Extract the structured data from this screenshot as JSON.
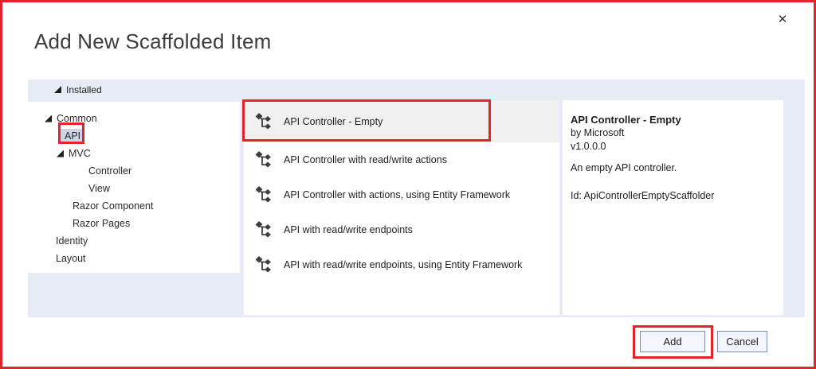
{
  "dialog": {
    "title": "Add New Scaffolded Item",
    "close_glyph": "✕"
  },
  "categories": {
    "header": "Installed",
    "tree": [
      {
        "label": "Common",
        "level": "1",
        "expander": true,
        "selected": false,
        "annotated": false
      },
      {
        "label": "API",
        "level": "2",
        "expander": false,
        "selected": true,
        "annotated": true
      },
      {
        "label": "MVC",
        "level": "2",
        "expander": true,
        "selected": false,
        "annotated": false
      },
      {
        "label": "Controller",
        "level": "3",
        "expander": false,
        "selected": false,
        "annotated": false
      },
      {
        "label": "View",
        "level": "3",
        "expander": false,
        "selected": false,
        "annotated": false
      },
      {
        "label": "Razor Component",
        "level": "2b",
        "expander": false,
        "selected": false,
        "annotated": false
      },
      {
        "label": "Razor Pages",
        "level": "2b",
        "expander": false,
        "selected": false,
        "annotated": false
      },
      {
        "label": "Identity",
        "level": "1",
        "expander": false,
        "selected": false,
        "annotated": false
      },
      {
        "label": "Layout",
        "level": "1",
        "expander": false,
        "selected": false,
        "annotated": false
      }
    ]
  },
  "scaffold_list": {
    "items": [
      {
        "label": "API Controller - Empty",
        "selected": true,
        "annotated": true
      },
      {
        "label": "API Controller with read/write actions",
        "selected": false,
        "annotated": false
      },
      {
        "label": "API Controller with actions, using Entity Framework",
        "selected": false,
        "annotated": false
      },
      {
        "label": "API with read/write endpoints",
        "selected": false,
        "annotated": false
      },
      {
        "label": "API with read/write endpoints, using Entity Framework",
        "selected": false,
        "annotated": false
      }
    ]
  },
  "details": {
    "title": "API Controller - Empty",
    "byline": "by Microsoft",
    "version": "v1.0.0.0",
    "description": "An empty API controller.",
    "id_line": "Id: ApiControllerEmptyScaffolder"
  },
  "footer": {
    "add_label": "Add",
    "cancel_label": "Cancel"
  },
  "colors": {
    "annotation_red": "#e2242c",
    "canvas_blue": "#e7ebf5",
    "selected_row_gray": "#f0f0f0",
    "tree_selection_blue": "#ccd4e6",
    "icon_gray": "#3f3f3f",
    "button_bg": "#f2f5fb",
    "button_border": "#7b8ea6"
  }
}
